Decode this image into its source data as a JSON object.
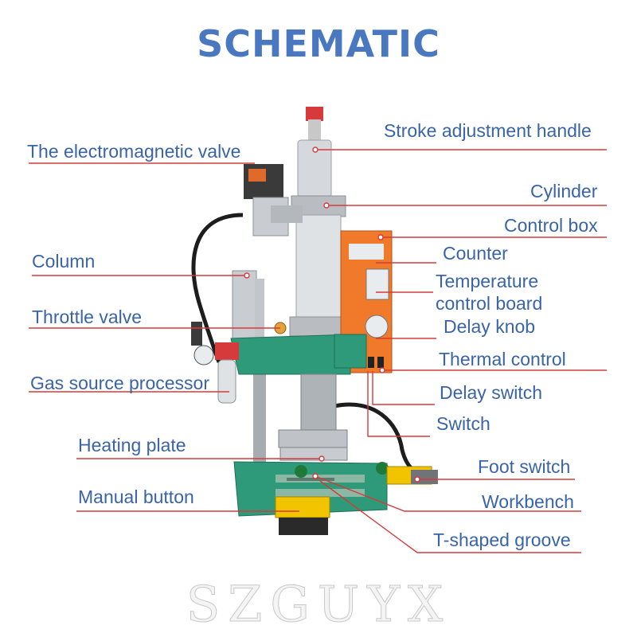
{
  "title": "SCHEMATIC",
  "watermark": "SZGUYX",
  "colors": {
    "title": "#4a78c0",
    "label": "#3a64a8",
    "leader": "#d63a3a",
    "body_green": "#2f9a7a",
    "control_box": "#f07a2a",
    "foot_pad": "#f2c400"
  },
  "labels": {
    "stroke_adjustment_handle": "Stroke adjustment handle",
    "electromagnetic_valve": "The electromagnetic valve",
    "cylinder": "Cylinder",
    "control_box": "Control box",
    "column": "Column",
    "counter": "Counter",
    "temperature_control_board": [
      "Temperature",
      "control board"
    ],
    "throttle_valve": "Throttle valve",
    "delay_knob": "Delay knob",
    "thermal_control": "Thermal control",
    "gas_source_processor": "Gas source processor",
    "delay_switch": "Delay switch",
    "switch": "Switch",
    "heating_plate": "Heating plate",
    "foot_switch": "Foot switch",
    "manual_button": "Manual button",
    "workbench": "Workbench",
    "t_shaped_groove": "T-shaped groove"
  }
}
